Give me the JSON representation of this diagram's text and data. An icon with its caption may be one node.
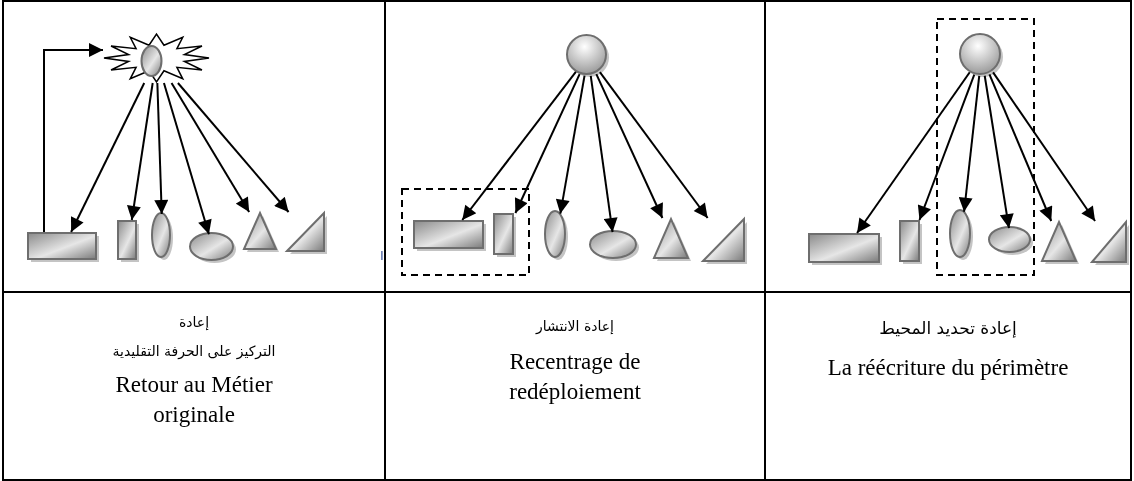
{
  "diagram": {
    "nodes": [
      {
        "text": [],
        "shape": "starburst"
      },
      {
        "text": [],
        "shape": "box"
      },
      {
        "text": [],
        "shape": "box"
      },
      {
        "text": [],
        "shape": "ellipse"
      },
      {
        "text": [],
        "shape": "ellipse"
      },
      {
        "text": [],
        "shape": "triangle"
      },
      {
        "text": [],
        "shape": "triangle"
      },
      {
        "text": [],
        "shape": "circle"
      },
      {
        "text": [],
        "shape": "box"
      },
      {
        "text": [],
        "shape": "box",
        "in": 8
      },
      {
        "text": [],
        "shape": "box",
        "in": 8
      },
      {
        "text": [],
        "shape": "ellipse"
      },
      {
        "text": [],
        "shape": "ellipse"
      },
      {
        "text": [],
        "shape": "triangle"
      },
      {
        "text": [],
        "shape": "triangle"
      },
      {
        "text": [],
        "shape": "box"
      },
      {
        "text": [],
        "shape": "circle",
        "in": 15
      },
      {
        "text": [],
        "shape": "box"
      },
      {
        "text": [],
        "shape": "box"
      },
      {
        "text": [],
        "shape": "ellipse",
        "in": 15
      },
      {
        "text": [],
        "shape": "ellipse",
        "in": 15
      },
      {
        "text": [],
        "shape": "triangle"
      },
      {
        "text": [],
        "shape": "triangle"
      }
    ],
    "edges": [
      {
        "from": 1,
        "to": 0,
        "arrow": "to"
      },
      {
        "from": 0,
        "to": 1,
        "arrow": "to"
      },
      {
        "from": 0,
        "to": 2,
        "arrow": "to"
      },
      {
        "from": 0,
        "to": 3,
        "arrow": "to"
      },
      {
        "from": 0,
        "to": 4,
        "arrow": "to"
      },
      {
        "from": 0,
        "to": 5,
        "arrow": "to"
      },
      {
        "from": 0,
        "to": 6,
        "arrow": "to"
      },
      {
        "from": 7,
        "to": 9,
        "arrow": "to"
      },
      {
        "from": 7,
        "to": 10,
        "arrow": "to"
      },
      {
        "from": 7,
        "to": 11,
        "arrow": "to"
      },
      {
        "from": 7,
        "to": 12,
        "arrow": "to"
      },
      {
        "from": 7,
        "to": 13,
        "arrow": "to"
      },
      {
        "from": 7,
        "to": 14,
        "arrow": "to"
      },
      {
        "from": 16,
        "to": 17,
        "arrow": "to"
      },
      {
        "from": 16,
        "to": 18,
        "arrow": "to"
      },
      {
        "from": 16,
        "to": 19,
        "arrow": "to"
      },
      {
        "from": 16,
        "to": 20,
        "arrow": "to"
      },
      {
        "from": 16,
        "to": 21,
        "arrow": "to"
      },
      {
        "from": 16,
        "to": 22,
        "arrow": "to"
      }
    ],
    "labels": [
      "ا",
      "إعادة",
      "التركيز على الحرفة التقليدية",
      "Retour au Métier originale",
      "إعادة الانتشار",
      "Recentrage de redéploiement",
      "إعادة تحديد المحيط",
      "La réécriture du périmètre"
    ]
  }
}
